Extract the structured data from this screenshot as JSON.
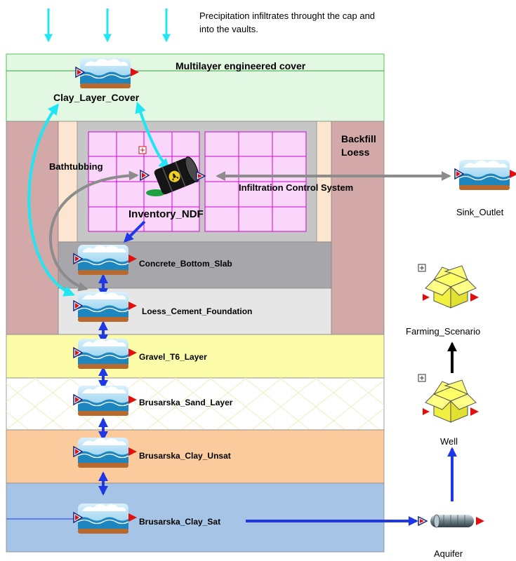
{
  "note": "Precipitation infiltrates throught the cap and into the vaults.",
  "layers": {
    "cover": "Multilayer engineered cover",
    "backfill": "Backfill Loess",
    "ics": "Infiltration Control System",
    "bathtubbing": "Bathtubbing"
  },
  "nodes": {
    "clay_cover": "Clay_Layer_Cover",
    "inventory": "Inventory_NDF",
    "concrete_slab": "Concrete_Bottom_Slab",
    "loess_cement": "Loess_Cement_Foundation",
    "gravel": "Gravel_T6_Layer",
    "sand": "Brusarska_Sand_Layer",
    "clay_unsat": "Brusarska_Clay_Unsat",
    "clay_sat": "Brusarska_Clay_Sat",
    "sink": "Sink_Outlet",
    "farming": "Farming_Scenario",
    "well": "Well",
    "aquifer": "Aquifer"
  },
  "colors": {
    "cover": "#E2F8E2",
    "backfill": "#D2A8A8",
    "vault_inner": "#FCE6CF",
    "vault_gray": "#C6C6C6",
    "slab": "#A7A7AB",
    "foundation": "#E6E6E6",
    "gravel": "#FCFCA8",
    "sand": "#FFFFFF",
    "clay_unsat": "#FBCB9D",
    "clay_sat": "#A6C5E6",
    "cyan_arrow": "#1FE6F2",
    "blue_arrow": "#1E38E8",
    "gray_arrow": "#8C8C8C"
  }
}
